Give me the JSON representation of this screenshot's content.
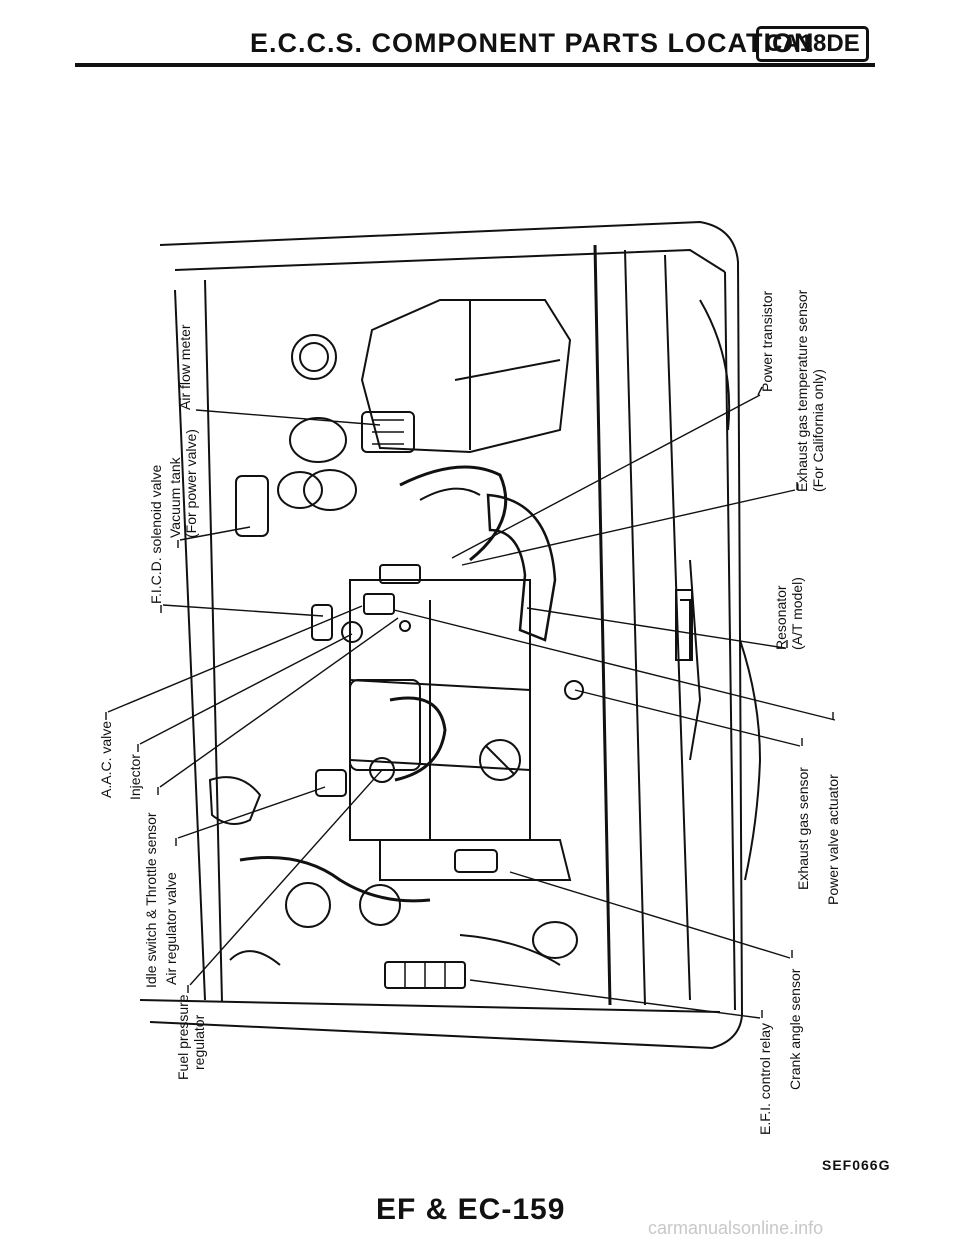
{
  "header": {
    "title": "E.C.C.S. COMPONENT PARTS LOCATION",
    "badge": "CA18DE"
  },
  "labels": {
    "air_flow_meter": "Air flow meter",
    "vacuum_tank_1": "Vacuum tank",
    "vacuum_tank_2": "(For power valve)",
    "ficd_valve": "F.I.C.D. solenoid valve",
    "aac_valve": "A.A.C. valve",
    "injector": "Injector",
    "idle_switch": "Idle switch & Throttle sensor",
    "air_regulator": "Air regulator valve",
    "fuel_pressure_1": "Fuel pressure",
    "fuel_pressure_2": "regulator",
    "power_transistor": "Power transistor",
    "exhaust_temp_1": "Exhaust gas temperature sensor",
    "exhaust_temp_2": "(For California only)",
    "resonator_1": "Resonator",
    "resonator_2": "(A/T model)",
    "power_valve_actuator": "Power valve actuator",
    "exhaust_gas_sensor": "Exhaust gas sensor",
    "crank_angle_sensor": "Crank angle sensor",
    "efi_relay": "E.F.I. control relay"
  },
  "footer": {
    "code": "SEF066G",
    "page": "EF & EC-159",
    "watermark": "carmanualsonline.info"
  },
  "icons": [
    "engine-bay-drawing"
  ]
}
